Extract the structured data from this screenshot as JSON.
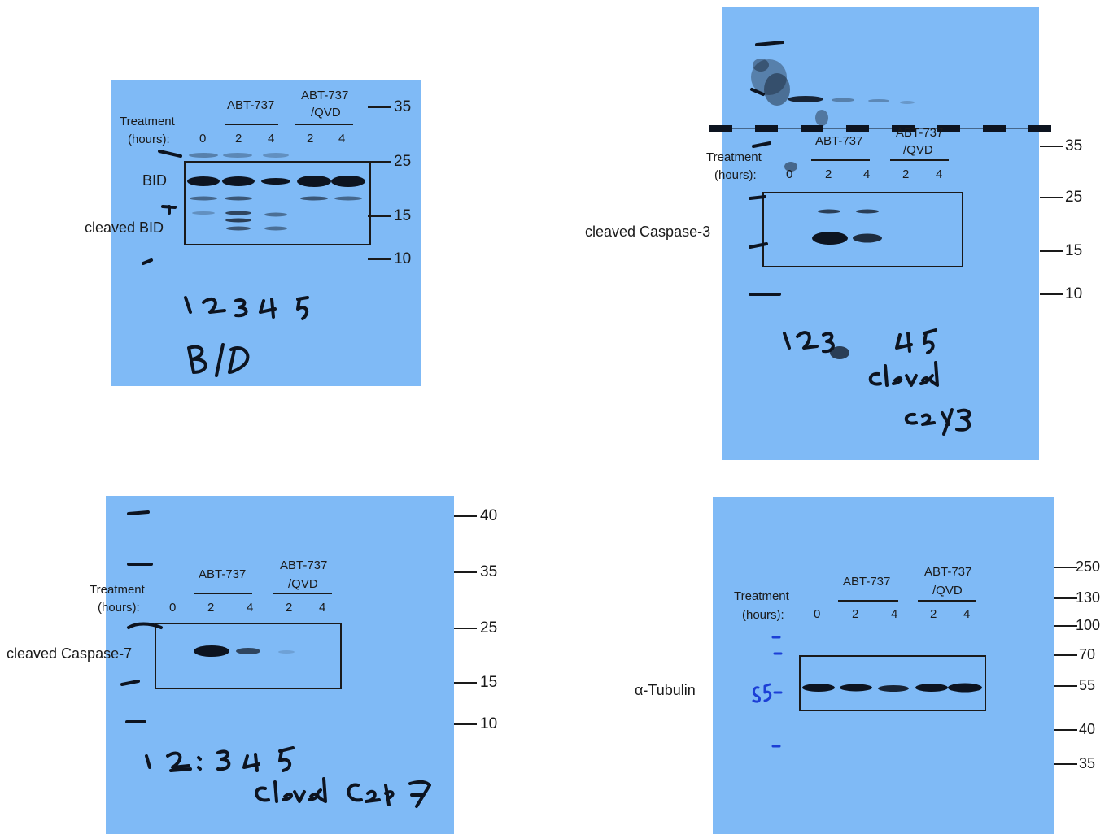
{
  "common": {
    "treatment": "Treatment",
    "hours": "(hours):",
    "abt": "ABT-737",
    "abt_qvd_line1": "ABT-737",
    "abt_qvd_line2": "/QVD",
    "times": [
      "0",
      "2",
      "4",
      "2",
      "4"
    ]
  },
  "colors": {
    "film": "#7fbaf6",
    "ink": "#1a1a1a",
    "marker_blue": "#1c3fd6"
  },
  "panels": {
    "bid": {
      "label_main": "BID",
      "label_cleaved": "cleaved BID",
      "mw": [
        "35",
        "25",
        "15",
        "10"
      ],
      "handwriting": [
        "1 2 3 4 5",
        "BID"
      ]
    },
    "casp3": {
      "label": "cleaved Caspase-3",
      "mw": [
        "35",
        "25",
        "15",
        "10"
      ],
      "handwriting": [
        "1 2 3 4 5",
        "cleaved",
        "casp3"
      ]
    },
    "casp7": {
      "label": "cleaved Caspase-7",
      "mw": [
        "40",
        "35",
        "25",
        "15",
        "10"
      ],
      "handwriting": [
        "1 2 3 4 5",
        "cleaved casp 7"
      ]
    },
    "tubulin": {
      "label": "α-Tubulin",
      "mw": [
        "250",
        "130",
        "100",
        "70",
        "55",
        "40",
        "35"
      ],
      "handwriting": [
        "55-"
      ]
    }
  }
}
